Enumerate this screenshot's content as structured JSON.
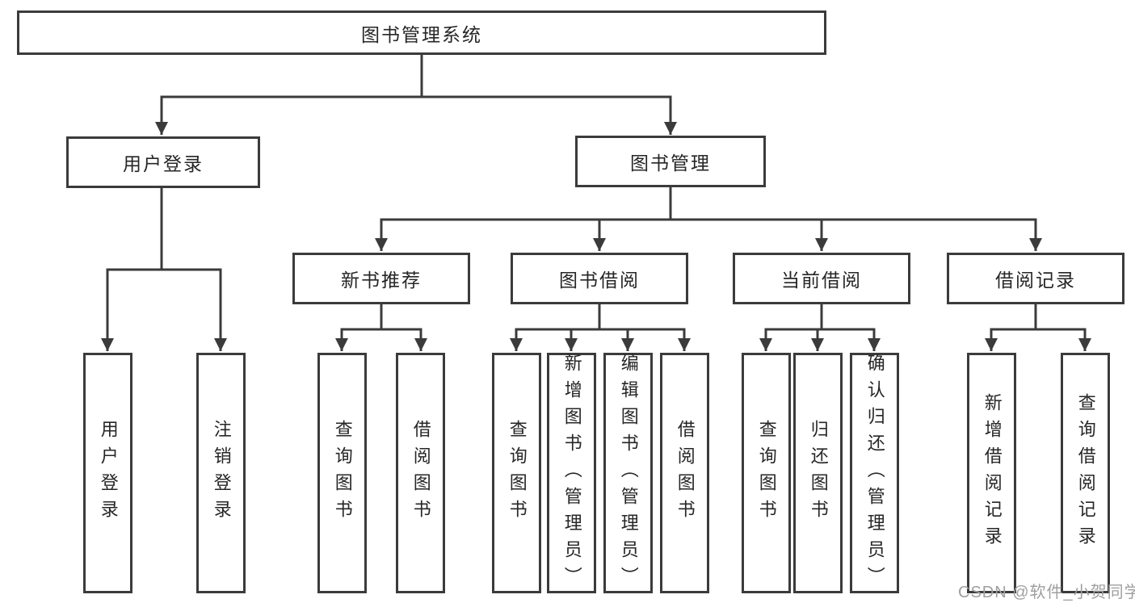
{
  "diagram": {
    "root": {
      "label": "图书管理系统"
    },
    "level1": [
      {
        "label": "用户登录"
      },
      {
        "label": "图书管理"
      }
    ],
    "level2": [
      {
        "label": "新书推荐"
      },
      {
        "label": "图书借阅"
      },
      {
        "label": "当前借阅"
      },
      {
        "label": "借阅记录"
      }
    ],
    "leaves": [
      {
        "label": "用户登录"
      },
      {
        "label": "注销登录"
      },
      {
        "label": "查询图书"
      },
      {
        "label": "借阅图书"
      },
      {
        "label": "查询图书"
      },
      {
        "label": "新增图书（管理员）"
      },
      {
        "label": "编辑图书（管理员）"
      },
      {
        "label": "借阅图书"
      },
      {
        "label": "查询图书"
      },
      {
        "label": "归还图书"
      },
      {
        "label": "确认归还（管理员）"
      },
      {
        "label": "新增借阅记录"
      },
      {
        "label": "查询借阅记录"
      }
    ]
  },
  "watermark": {
    "text": "CSDN @软件_小贺同学"
  },
  "colors": {
    "line": "#3b3b3b",
    "box_border": "#3b3b3b",
    "box_fill": "#ffffff",
    "text": "#262626",
    "watermark": "#9f9f9f",
    "background": "#ffffff"
  }
}
